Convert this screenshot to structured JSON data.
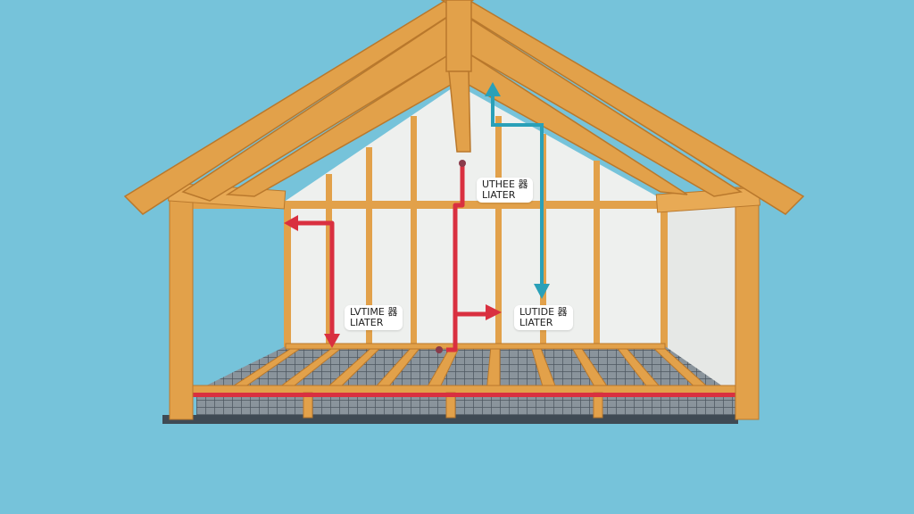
{
  "colors": {
    "background": "#76c3da",
    "wood": "#e2a14a",
    "wood_dark": "#b9782c",
    "wall": "#eef0ee",
    "hot_pipe": "#d93040",
    "cold_pipe": "#2aa0b8",
    "floor_grid": "#5c6670"
  },
  "labels": [
    {
      "line1": "UTHEE 器",
      "line2": "LIATER"
    },
    {
      "line1": "LVTIME 器",
      "line2": "LIATER"
    },
    {
      "line1": "LUTIDE 器",
      "line2": "LIATER"
    }
  ]
}
